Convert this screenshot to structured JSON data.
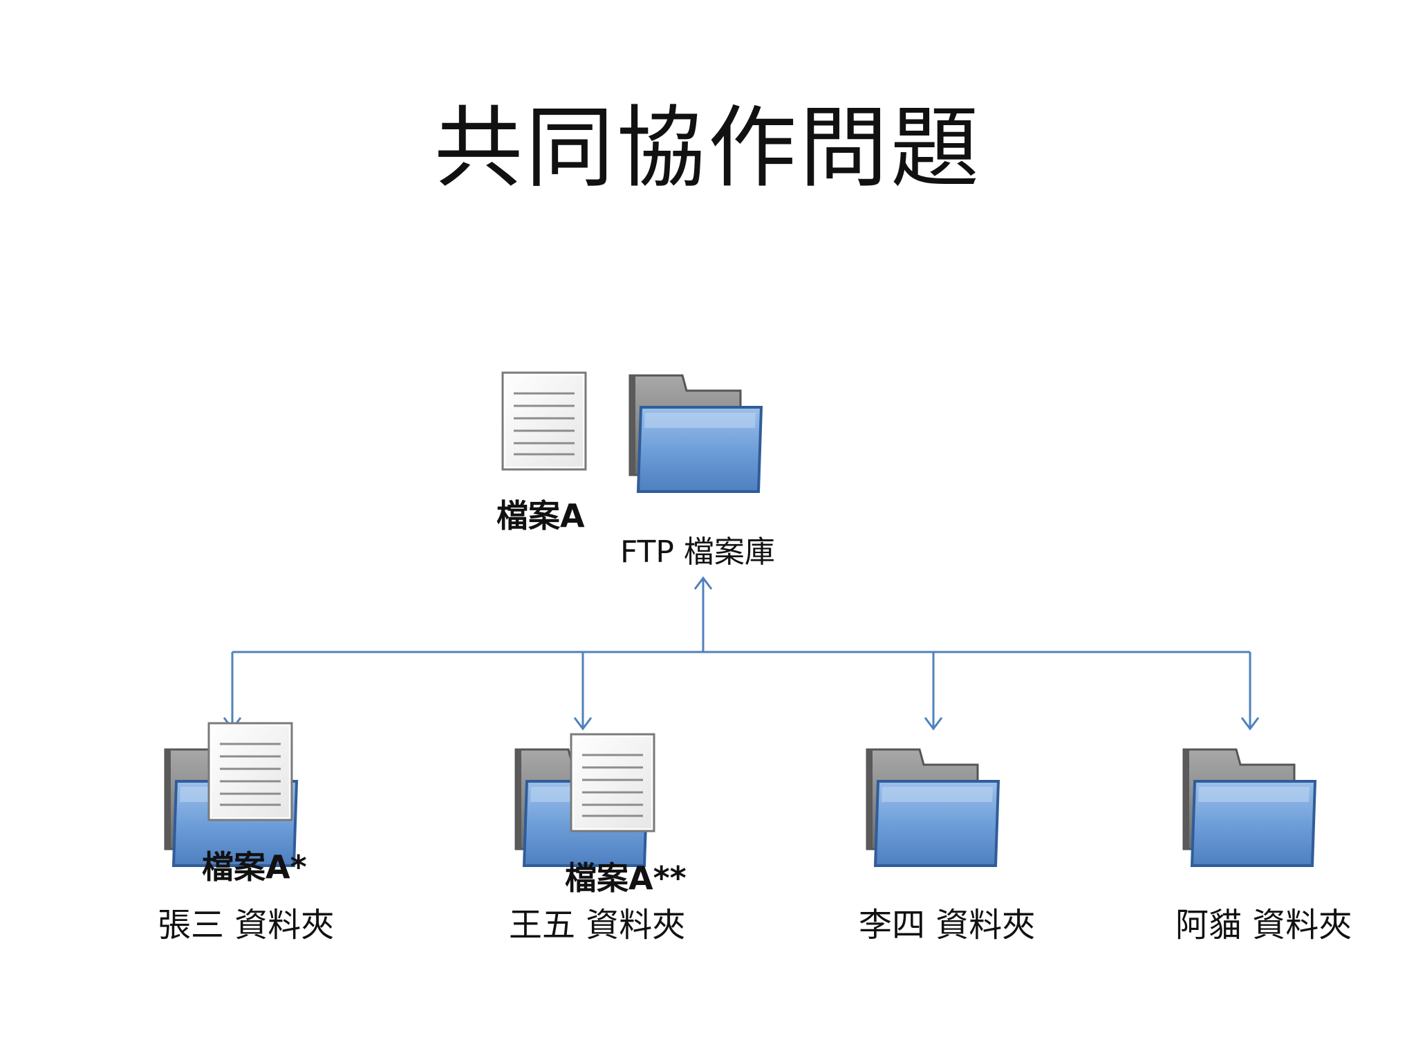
{
  "title": "共同協作問題",
  "file": {
    "label": "檔案A"
  },
  "repository": {
    "label": "FTP 檔案庫"
  },
  "folders": [
    {
      "label": "張三 資料夾",
      "file_label": "檔案A*"
    },
    {
      "label": "王五 資料夾",
      "file_label": "檔案A**"
    },
    {
      "label": "李四 資料夾"
    },
    {
      "label": "阿貓 資料夾"
    }
  ],
  "colors": {
    "connector": "#4f81bd",
    "folder_front": "#6b9ad6",
    "folder_back": "#8a8a8a"
  }
}
